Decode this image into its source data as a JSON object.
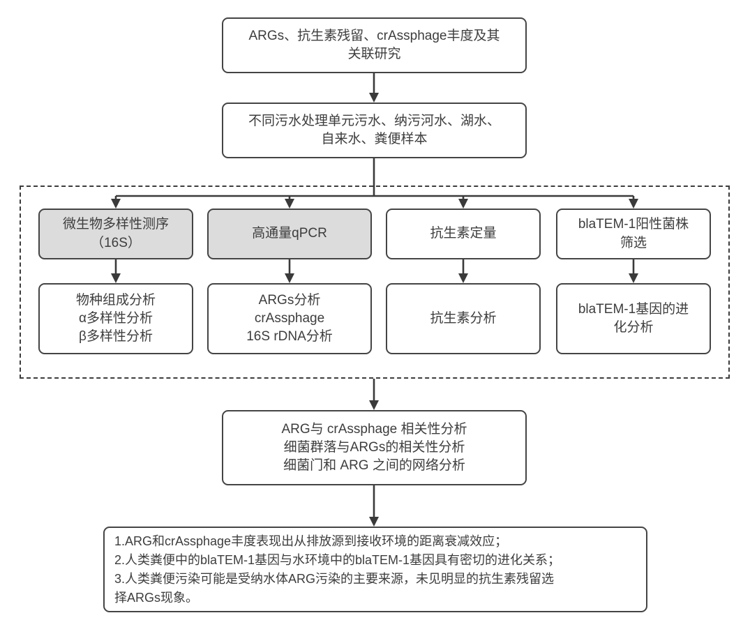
{
  "diagram": {
    "title_node": {
      "text": "ARGs、抗生素残留、crAssphage丰度及其\n关联研究"
    },
    "samples_node": {
      "text": "不同污水处理单元污水、纳污河水、湖水、\n自来水、粪便样本"
    },
    "methods_row": [
      {
        "label": "微生物多样性测序\n（16S）",
        "shaded": true
      },
      {
        "label": "高通量qPCR",
        "shaded": true
      },
      {
        "label": "抗生素定量",
        "shaded": false
      },
      {
        "label": "blaTEM-1阳性菌株\n筛选",
        "shaded": false
      }
    ],
    "analysis_row": [
      {
        "label": "物种组成分析\nα多样性分析\nβ多样性分析"
      },
      {
        "label": "ARGs分析\ncrAssphage\n16S rDNA分析"
      },
      {
        "label": "抗生素分析"
      },
      {
        "label": "blaTEM-1基因的进\n化分析"
      }
    ],
    "correlation_node": {
      "text": "ARG与 crAssphage 相关性分析\n细菌群落与ARGs的相关性分析\n细菌门和 ARG 之间的网络分析"
    },
    "conclusion_node": {
      "text": "1.ARG和crAssphage丰度表现出从排放源到接收环境的距离衰减效应；\n2.人类粪便中的blaTEM-1基因与水环境中的blaTEM-1基因具有密切的进化关系；\n3.人类粪便污染可能是受纳水体ARG污染的主要来源，未见明显的抗生素残留选\n择ARGs现象。"
    },
    "colors": {
      "shaded_fill": "#dcdcdc",
      "border": "#444444",
      "text": "#3d3d3d",
      "background": "#ffffff"
    }
  }
}
